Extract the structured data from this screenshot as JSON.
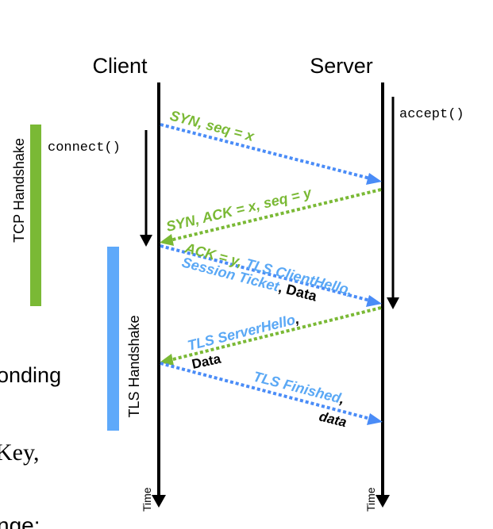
{
  "colors": {
    "green": "#7ab935",
    "blue": "#4a8cf7",
    "blue_text": "#5aa8f5",
    "tls_bar": "#5ea9fa",
    "tcp_bar": "#7ab935",
    "black": "#000000"
  },
  "participants": {
    "client": "Client",
    "server": "Server"
  },
  "calls": {
    "client": "connect()",
    "server": "accept()"
  },
  "phases": {
    "tcp": "TCP Handshake",
    "tls": "TLS Handshake"
  },
  "time_label": "Time",
  "messages": [
    {
      "id": "syn",
      "direction": "client-to-server",
      "line_color": "blue",
      "parts": [
        {
          "text": "SYN, seq = x",
          "color": "green"
        }
      ]
    },
    {
      "id": "syn-ack",
      "direction": "server-to-client",
      "line_color": "green",
      "parts": [
        {
          "text": "SYN, ACK = x, seq = y",
          "color": "green"
        }
      ]
    },
    {
      "id": "ack-clienthello",
      "direction": "client-to-server",
      "line_color": "blue",
      "line1": [
        {
          "text": "ACK = y, ",
          "color": "green"
        },
        {
          "text": "TLS ClientHello,",
          "color": "blue_text"
        }
      ],
      "line2": [
        {
          "text": "Session Ticket",
          "color": "blue_text"
        },
        {
          "text": ", Data",
          "color": "black"
        }
      ]
    },
    {
      "id": "serverhello",
      "direction": "server-to-client",
      "line_color": "green",
      "line1": [
        {
          "text": "TLS ServerHello",
          "color": "blue_text"
        },
        {
          "text": ",",
          "color": "black"
        }
      ],
      "line2": [
        {
          "text": "Data",
          "color": "black"
        }
      ]
    },
    {
      "id": "finished",
      "direction": "client-to-server",
      "line_color": "blue",
      "line1": [
        {
          "text": "TLS Finished",
          "color": "blue_text"
        },
        {
          "text": ",",
          "color": "black"
        }
      ],
      "line2": [
        {
          "text": "data",
          "color": "black"
        }
      ]
    }
  ],
  "background_text_fragments": {
    "frag1": "onding",
    "frag2": "Key,",
    "frag3": "nge:"
  }
}
